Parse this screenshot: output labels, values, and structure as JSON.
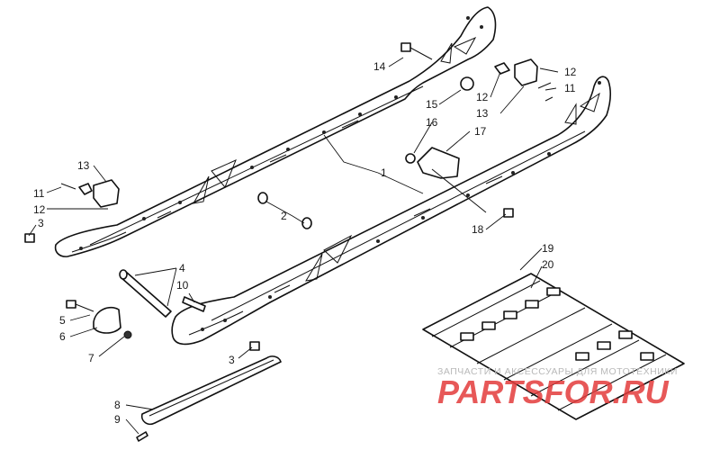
{
  "callouts": [
    {
      "id": "c1",
      "text": "1"
    },
    {
      "id": "c2",
      "text": "2"
    },
    {
      "id": "c3a",
      "text": "3"
    },
    {
      "id": "c3b",
      "text": "3"
    },
    {
      "id": "c4",
      "text": "4"
    },
    {
      "id": "c5",
      "text": "5"
    },
    {
      "id": "c6",
      "text": "6"
    },
    {
      "id": "c7",
      "text": "7"
    },
    {
      "id": "c8",
      "text": "8"
    },
    {
      "id": "c9",
      "text": "9"
    },
    {
      "id": "c10",
      "text": "10"
    },
    {
      "id": "c11a",
      "text": "11"
    },
    {
      "id": "c11b",
      "text": "11"
    },
    {
      "id": "c12a",
      "text": "12"
    },
    {
      "id": "c12b",
      "text": "12"
    },
    {
      "id": "c12c",
      "text": "12"
    },
    {
      "id": "c13a",
      "text": "13"
    },
    {
      "id": "c13b",
      "text": "13"
    },
    {
      "id": "c14",
      "text": "14"
    },
    {
      "id": "c15",
      "text": "15"
    },
    {
      "id": "c16",
      "text": "16"
    },
    {
      "id": "c17",
      "text": "17"
    },
    {
      "id": "c18",
      "text": "18"
    },
    {
      "id": "c19",
      "text": "19"
    },
    {
      "id": "c20",
      "text": "20"
    }
  ],
  "watermark": {
    "tagline": "ЗАПЧАСТИ И АКСЕССУАРЫ ДЛЯ МОТОТЕХНИКИ",
    "brand": "PARTSFOR.RU"
  }
}
